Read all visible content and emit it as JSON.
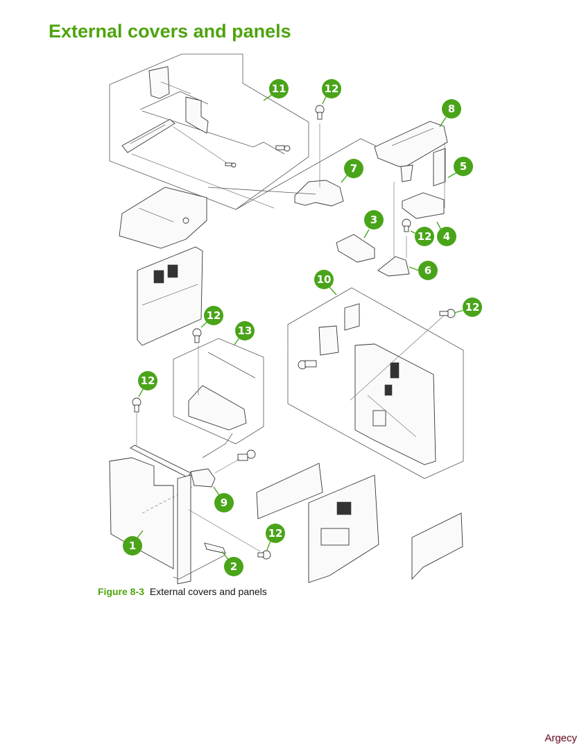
{
  "page": {
    "heading": "External covers and panels",
    "figure_label": "Figure 8-3",
    "figure_caption": "External covers and panels",
    "watermark": "Argecy"
  },
  "colors": {
    "heading_green": "#4ea30e",
    "callout_green": "#4aa41a"
  },
  "callouts": [
    {
      "id": "c11",
      "label": "11"
    },
    {
      "id": "c12a",
      "label": "12"
    },
    {
      "id": "c8",
      "label": "8"
    },
    {
      "id": "c7",
      "label": "7"
    },
    {
      "id": "c5",
      "label": "5"
    },
    {
      "id": "c3",
      "label": "3"
    },
    {
      "id": "c12b",
      "label": "12"
    },
    {
      "id": "c4",
      "label": "4"
    },
    {
      "id": "c6",
      "label": "6"
    },
    {
      "id": "c10",
      "label": "10"
    },
    {
      "id": "c12c",
      "label": "12"
    },
    {
      "id": "c12d",
      "label": "12"
    },
    {
      "id": "c13",
      "label": "13"
    },
    {
      "id": "c12e",
      "label": "12"
    },
    {
      "id": "c9",
      "label": "9"
    },
    {
      "id": "c1",
      "label": "1"
    },
    {
      "id": "c12f",
      "label": "12"
    },
    {
      "id": "c2",
      "label": "2"
    }
  ]
}
